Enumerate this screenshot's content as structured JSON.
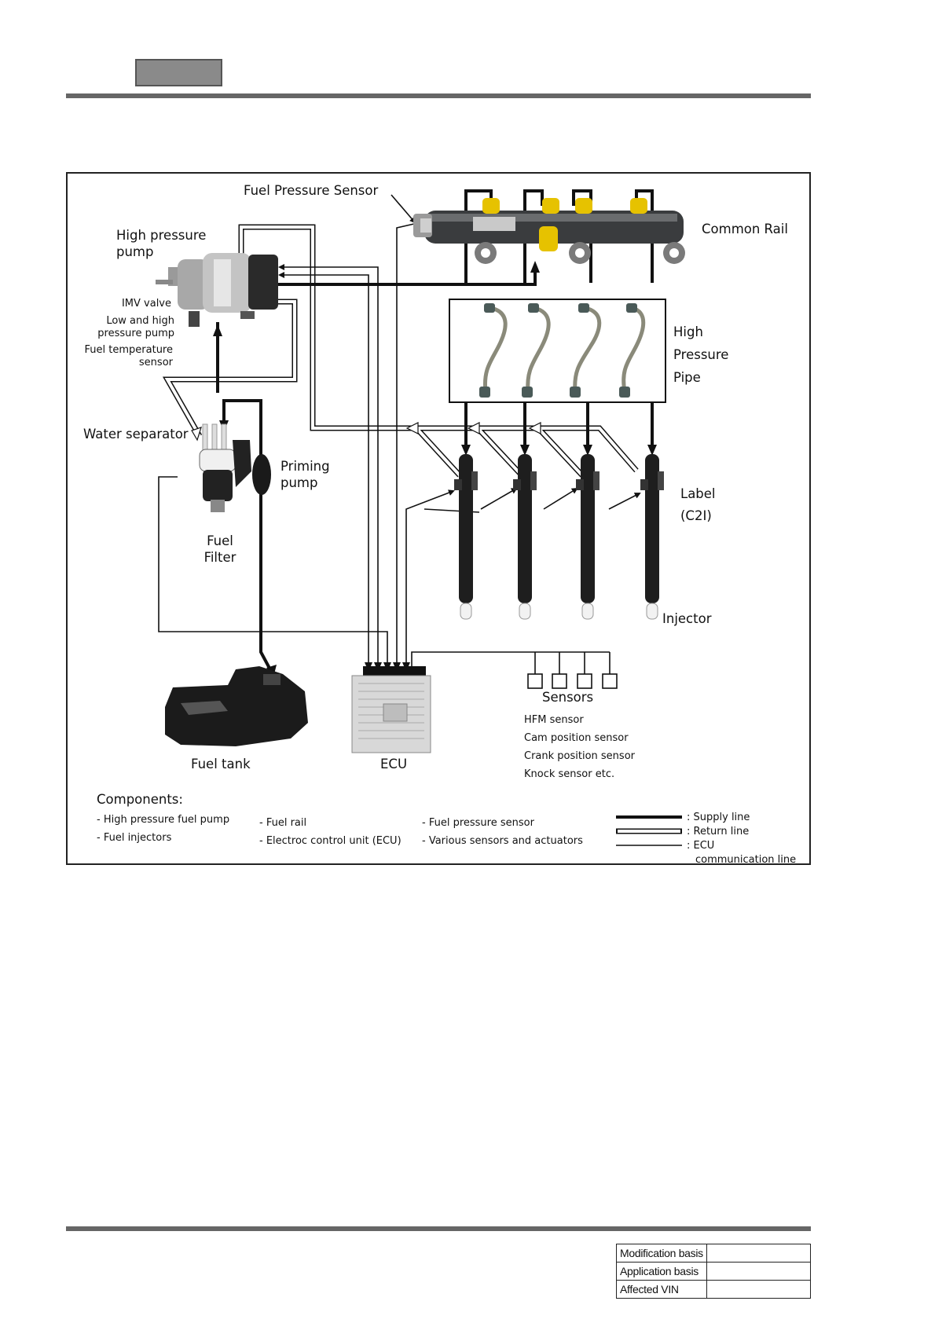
{
  "labels": {
    "fuel_pressure_sensor": "Fuel Pressure Sensor",
    "common_rail": "Common Rail",
    "high_pressure_pump_1": "High pressure",
    "high_pressure_pump_2": "pump",
    "imv_valve": "IMV valve",
    "low_high_pump_1": "Low and high",
    "low_high_pump_2": "pressure pump",
    "fuel_temp_1": "Fuel temperature",
    "fuel_temp_2": "sensor",
    "high_pressure_pipe_1": "High",
    "high_pressure_pipe_2": "Pressure",
    "high_pressure_pipe_3": "Pipe",
    "water_separator": "Water separator",
    "priming_pump_1": "Priming",
    "priming_pump_2": "pump",
    "label_1": "Label",
    "label_2": "(C2I)",
    "fuel_filter_1": "Fuel",
    "fuel_filter_2": "Filter",
    "injector": "Injector",
    "sensors": "Sensors",
    "fuel_tank": "Fuel tank",
    "ecu": "ECU"
  },
  "sensor_list": [
    "HFM sensor",
    "Cam position sensor",
    "Crank position sensor",
    "Knock sensor etc."
  ],
  "components": {
    "title": "Components:",
    "items": [
      "- High pressure fuel pump",
      "- Fuel injectors",
      "- Fuel rail",
      "- Electroc control unit (ECU)",
      "- Fuel pressure sensor",
      "- Various sensors and actuators"
    ]
  },
  "legend": {
    "supply": ": Supply line",
    "return": ": Return line",
    "ecu_1": ": ECU",
    "ecu_2": "communication line"
  },
  "info_table": {
    "modification_basis": "Modification basis",
    "application_basis": "Application basis",
    "affected_vin": "Affected VIN"
  }
}
